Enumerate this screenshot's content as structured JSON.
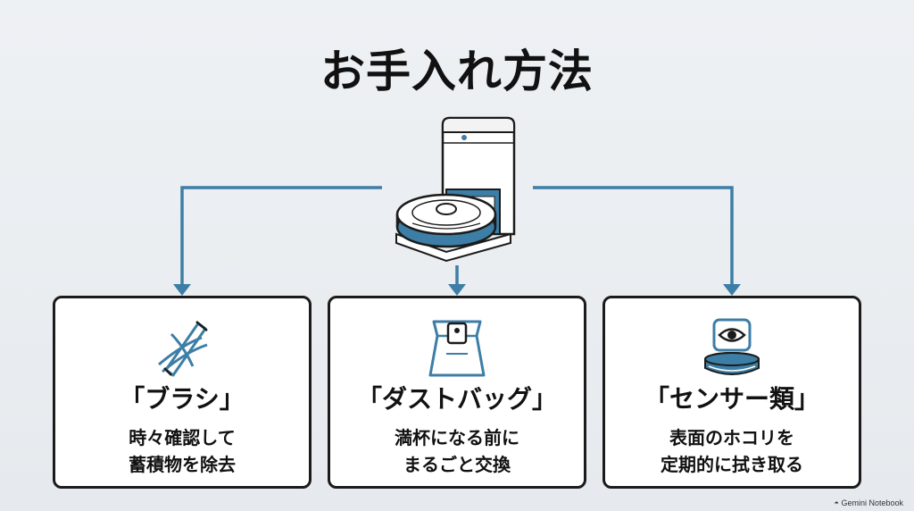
{
  "title": "お手入れ方法",
  "colors": {
    "accent": "#3d7ea6",
    "line_dark": "#1b1b1b",
    "background": "#e9edf1"
  },
  "center_icon": "robot-vacuum-with-dock-icon",
  "cards": [
    {
      "icon": "brush-roller-icon",
      "heading": "「ブラシ」",
      "lines": [
        "時々確認して",
        "蓄積物を除去"
      ]
    },
    {
      "icon": "dust-bag-icon",
      "heading": "「ダストバッグ」",
      "lines": [
        "満杯になる前に",
        "まるごと交換"
      ]
    },
    {
      "icon": "sensor-eye-icon",
      "heading": "「センサー類」",
      "lines": [
        "表面のホコリを",
        "定期的に拭き取る"
      ]
    }
  ],
  "watermark": "Gemini Notebook"
}
